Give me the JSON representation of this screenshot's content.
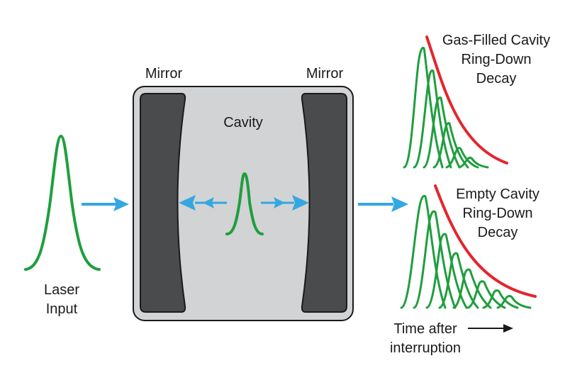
{
  "labels": {
    "mirror_left": "Mirror",
    "mirror_right": "Mirror",
    "cavity": "Cavity",
    "laser_input": [
      "Laser",
      "Input"
    ],
    "gas_filled": [
      "Gas-Filled Cavity",
      "Ring-Down",
      "Decay"
    ],
    "empty_cavity": [
      "Empty Cavity",
      "Ring-Down",
      "Decay"
    ],
    "time_axis": [
      "Time after",
      "interruption"
    ]
  },
  "colors": {
    "pulse": "#1f9e3e",
    "decay_envelope": "#e3262c",
    "arrow": "#33a8e0",
    "cavity_fill": "#d2d3d5",
    "mirror_fill": "#4a4b4d",
    "outline": "#1a1a1a"
  },
  "ringdown": {
    "gas_filled": {
      "pulse_count": 6,
      "decay": "fast"
    },
    "empty_cavity": {
      "pulse_count": 8,
      "decay": "slow"
    }
  }
}
